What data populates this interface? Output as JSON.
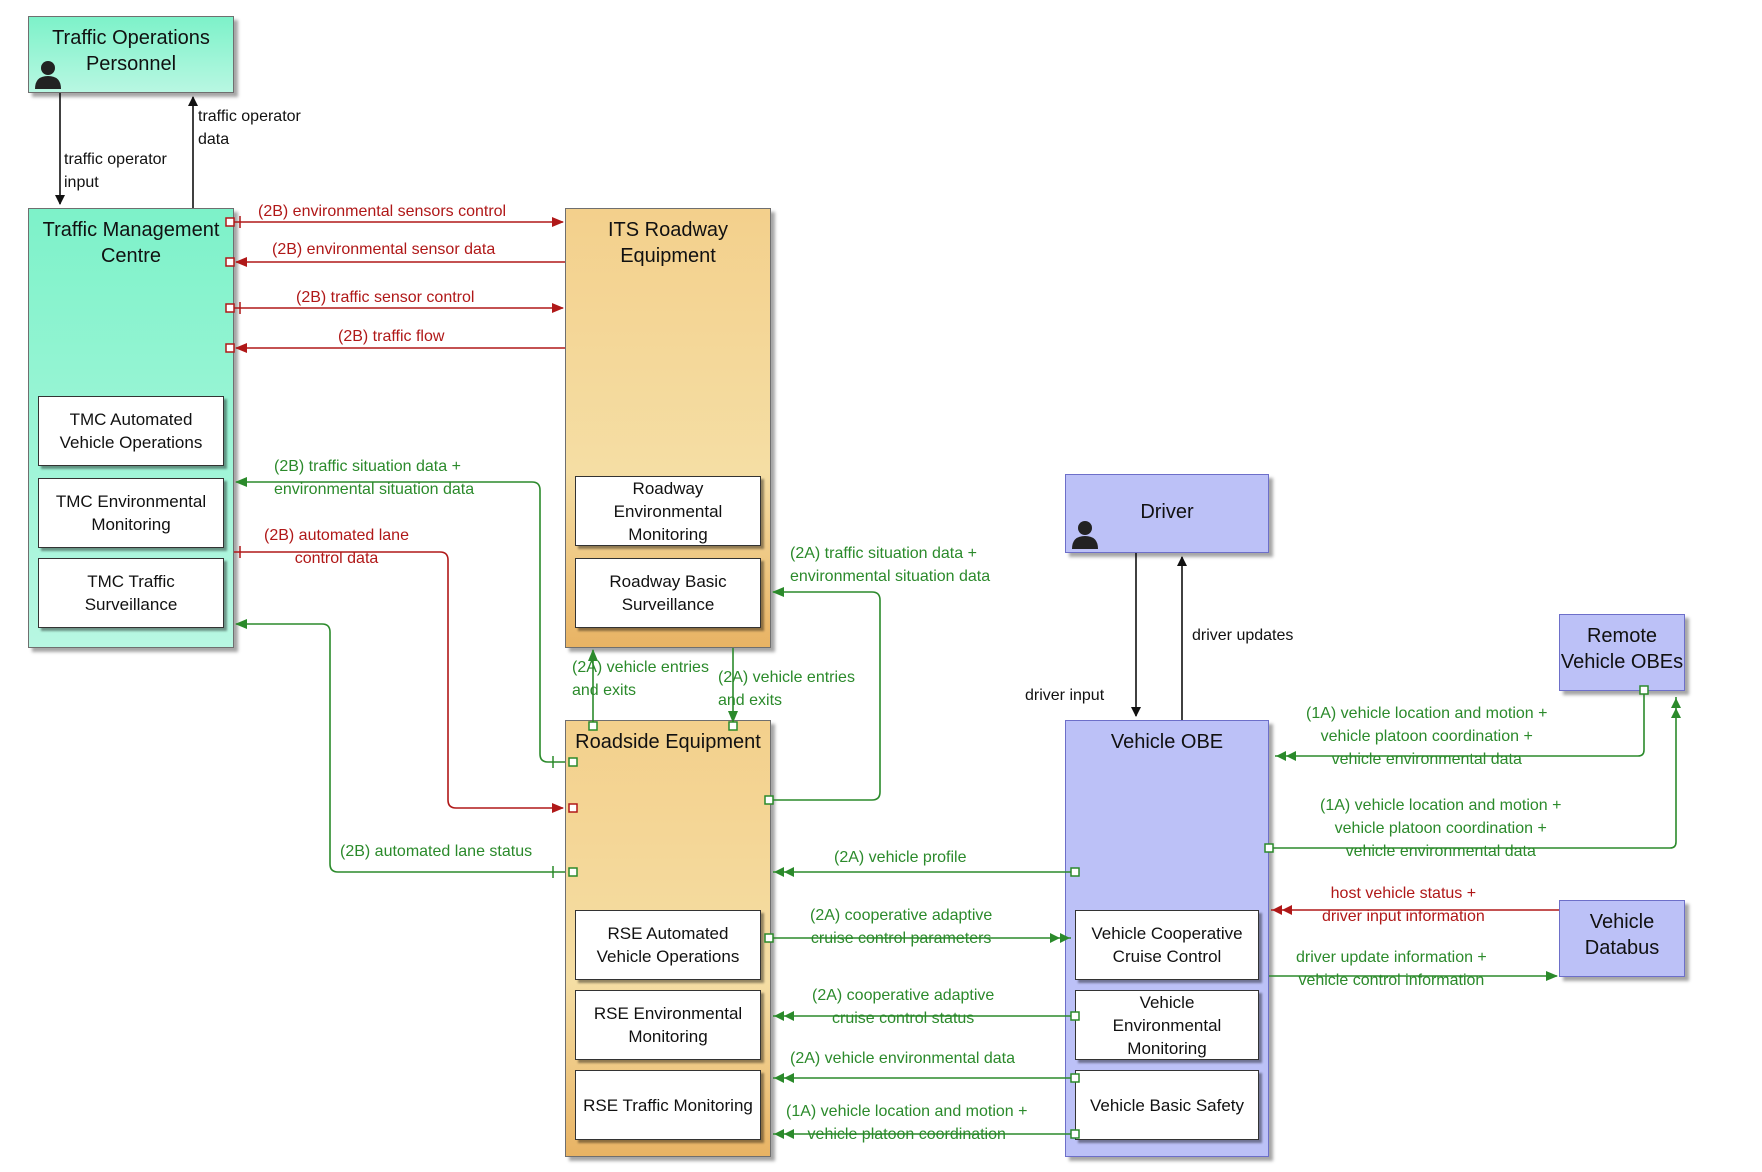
{
  "colors": {
    "green_flow": "#2b8a2b",
    "red_flow": "#b01818",
    "black_flow": "#111111"
  },
  "entities": {
    "traffic_operations_personnel": "Traffic Operations\nPersonnel",
    "traffic_management_centre": "Traffic Management\nCentre",
    "its_roadway_equipment": "ITS Roadway\nEquipment",
    "roadside_equipment": "Roadside Equipment",
    "driver": "Driver",
    "vehicle_obe": "Vehicle OBE",
    "remote_vehicle_obes": "Remote\nVehicle OBEs",
    "vehicle_databus": "Vehicle\nDatabus"
  },
  "subsystems": {
    "tmc_automated_vehicle_operations": "TMC Automated\nVehicle Operations",
    "tmc_environmental_monitoring": "TMC Environmental\nMonitoring",
    "tmc_traffic_surveillance": "TMC Traffic\nSurveillance",
    "roadway_environmental_monitoring": "Roadway\nEnvironmental\nMonitoring",
    "roadway_basic_surveillance": "Roadway Basic\nSurveillance",
    "rse_automated_vehicle_operations": "RSE Automated\nVehicle Operations",
    "rse_environmental_monitoring": "RSE Environmental\nMonitoring",
    "rse_traffic_monitoring": "RSE Traffic Monitoring",
    "vehicle_cooperative_cruise_control": "Vehicle Cooperative\nCruise Control",
    "vehicle_environmental_monitoring": "Vehicle\nEnvironmental\nMonitoring",
    "vehicle_basic_safety": "Vehicle Basic Safety"
  },
  "flows": {
    "traffic_operator_input": "traffic operator\ninput",
    "traffic_operator_data": "traffic operator\ndata",
    "env_sensors_control": "(2B) environmental sensors control",
    "env_sensor_data": "(2B) environmental sensor data",
    "traffic_sensor_control": "(2B) traffic sensor control",
    "traffic_flow": "(2B) traffic flow",
    "situation_2b": "(2B) traffic situation data +\nenvironmental situation data",
    "automated_lane_control": "(2B) automated lane\ncontrol data",
    "automated_lane_status": "(2B) automated lane status",
    "situation_2a": "(2A) traffic situation data +\nenvironmental situation data",
    "entries_exits_up": "(2A) vehicle entries\nand exits",
    "entries_exits_down": "(2A) vehicle entries\nand exits",
    "driver_input": "driver input",
    "driver_updates": "driver updates",
    "remote_to_obe": "(1A) vehicle location and motion +\nvehicle platoon coordination +\nvehicle environmental data",
    "obe_to_remote": "(1A) vehicle location and motion +\nvehicle platoon coordination +\nvehicle environmental data",
    "vehicle_profile": "(2A) vehicle profile",
    "host_vehicle_status": "host vehicle status +\ndriver input information",
    "cacc_parameters": "(2A) cooperative adaptive\ncruise control parameters",
    "driver_update_info": "driver update information +\nvehicle control information",
    "cacc_status": "(2A) cooperative adaptive\ncruise control status",
    "vehicle_env_data": "(2A) vehicle environmental data",
    "location_platoon": "(1A) vehicle location and motion +\nvehicle platoon coordination"
  }
}
